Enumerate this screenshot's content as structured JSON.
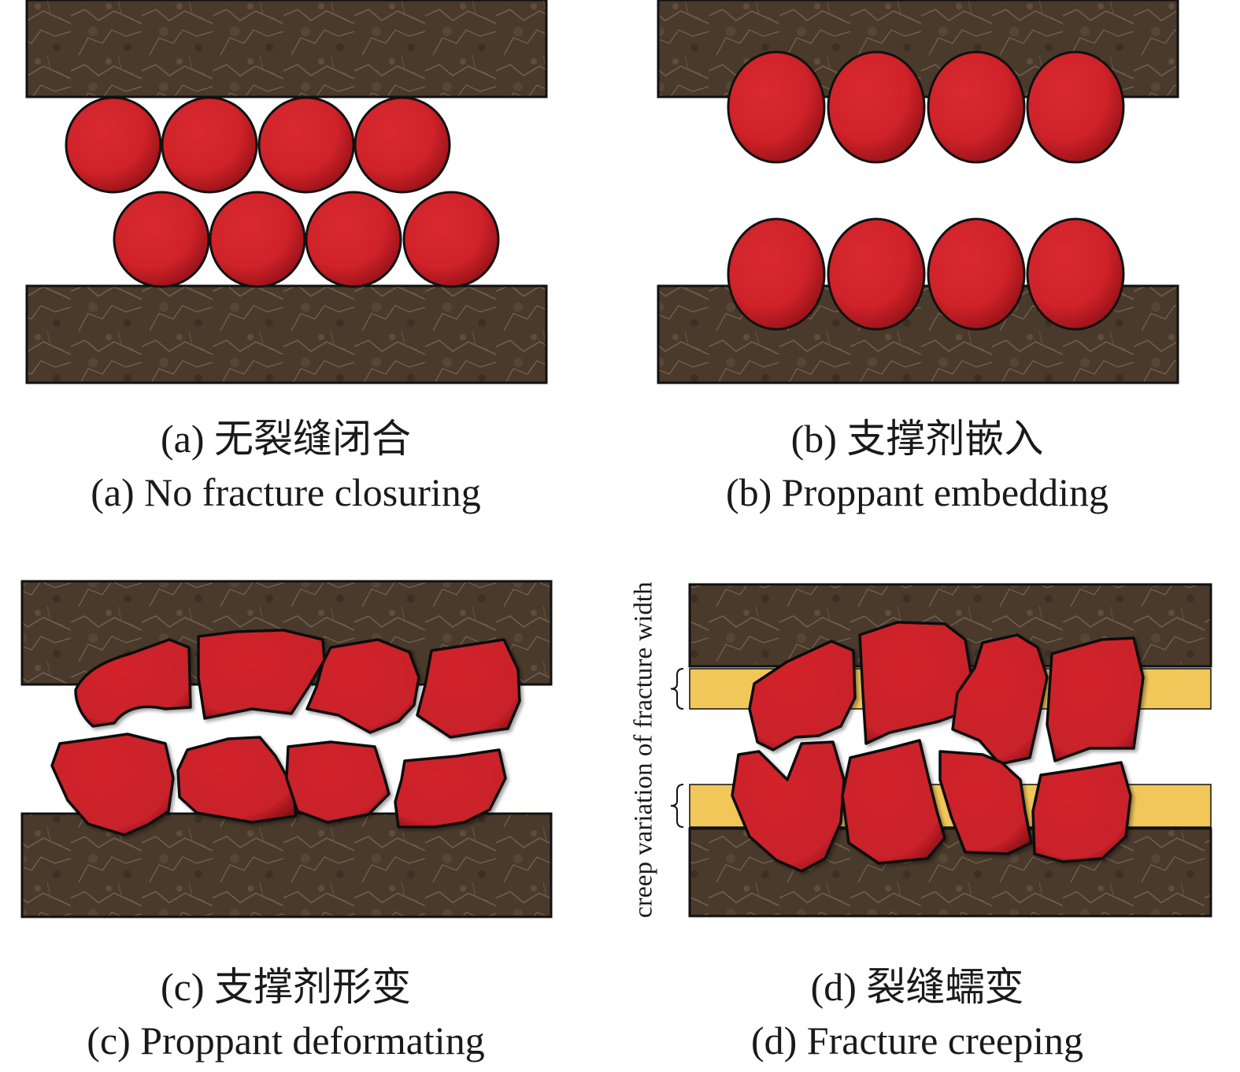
{
  "panels": [
    {
      "id": "a",
      "caption_zh": "(a) 无裂缝闭合",
      "caption_en": "(a) No fracture closuring"
    },
    {
      "id": "b",
      "caption_zh": "(b) 支撑剂嵌入",
      "caption_en": "(b) Proppant embedding"
    },
    {
      "id": "c",
      "caption_zh": "(c) 支撑剂形变",
      "caption_en": "(c) Proppant deformating"
    },
    {
      "id": "d",
      "caption_zh": "(d) 裂缝蠕变",
      "caption_en": "(d) Fracture creeping"
    }
  ],
  "side_label": "creep variation of fracture width",
  "colors": {
    "rock": "#4a3a2c",
    "rock_vein": "#8a7560",
    "proppant": "#d3242b",
    "proppant_dark": "#8e1015",
    "creep_band": "#f2c75a",
    "outline": "#111111"
  }
}
